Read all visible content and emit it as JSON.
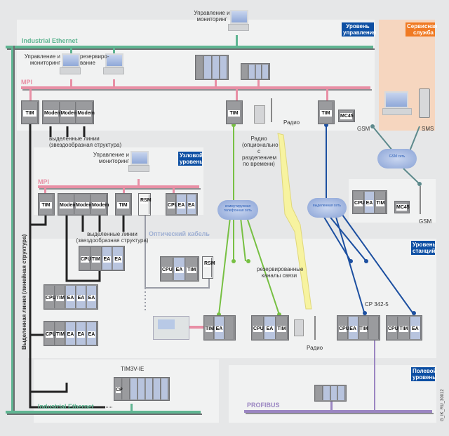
{
  "levels": {
    "control": "Уровень управления",
    "service": "Сервисная служба",
    "node": "Узловой уровень",
    "station": "Уровень станций",
    "field": "Полевой уровень"
  },
  "buses": {
    "industrial_ethernet_top": "Industrial Ethernet",
    "industrial_ethernet_bottom": "Industrial Ethernet",
    "mpi_top": "MPI",
    "mpi_node": "MPI",
    "profibus": "PROFIBUS",
    "optical_cable": "Оптический кабель"
  },
  "labels": {
    "control_monitoring_top": "Управление и мониторинг",
    "control_monitoring_left": "Управление и мониторинг",
    "redundancy": "резервиро-вание",
    "control_monitoring_node": "Управление и мониторинг",
    "dedicated_lines_1": "выделенные линии (звездообразная структура)",
    "dedicated_lines_2": "выделенные линии (звездообразная структура)",
    "dedicated_line_linear": "Выделенная линия (линейная структура)",
    "radio_top": "Радио",
    "radio_optional": "Радио (опционально с разделением по времени)",
    "gsm_top": "GSM",
    "sms": "SMS",
    "gsm_station": "GSM",
    "reserved_channels": "резервированные каналы связи",
    "radio_bottom": "Радио",
    "cp342": "CP 342-5",
    "tim3v": "TIM3V-IE",
    "figure_id": "G_IK_RU_30012",
    "cloud_phone": "коммутируемая телефонная сеть",
    "cloud_gsm": "GSM сеть",
    "cloud_dedicated": "выделенная сеть"
  },
  "modules": {
    "tim": "TIM",
    "modem": "Modem",
    "cpu": "CPU",
    "ea": "EA",
    "rsm": "RSM",
    "mc45": "MC45"
  },
  "colors": {
    "ethernet": "#5fb592",
    "mpi": "#e88fa5",
    "profibus": "#9b86c2",
    "phone_line": "#77c043",
    "gsm_line": "#1c4fa0",
    "radio_bolt": "#f7f3a0",
    "level_badge": "#0d4fa3",
    "service_badge": "#f07a23",
    "service_zone": "#f6d6bf"
  }
}
